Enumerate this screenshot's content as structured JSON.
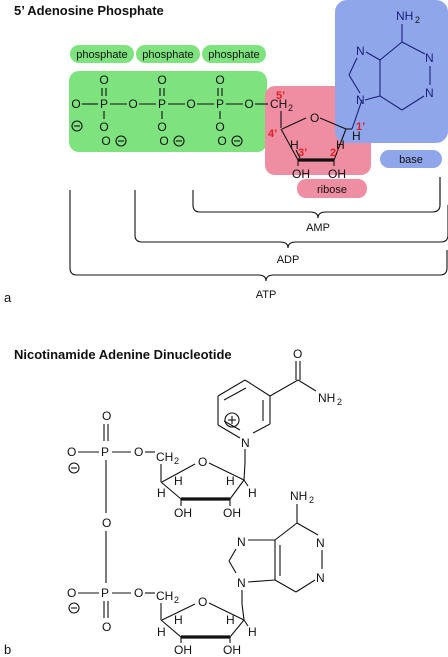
{
  "panel_a": {
    "title": "5’ Adenosine Phosphate",
    "phosphate_labels": [
      "phosphate",
      "phosphate",
      "phosphate"
    ],
    "ribose_label": "ribose",
    "base_label": "base",
    "carbon_numbers": [
      "5’",
      "4’",
      "3’",
      "2’",
      "1’"
    ],
    "bracket_labels": {
      "amp": "AMP",
      "adp": "ADP",
      "atp": "ATP"
    },
    "panel_letter": "a",
    "colors": {
      "phosphate_box": "#7ee27e",
      "ribose_box": "#ef8ea2",
      "base_box": "#8fa6ea"
    }
  },
  "panel_b": {
    "title": "Nicotinamide Adenine Dinucleotide",
    "panel_letter": "b"
  }
}
